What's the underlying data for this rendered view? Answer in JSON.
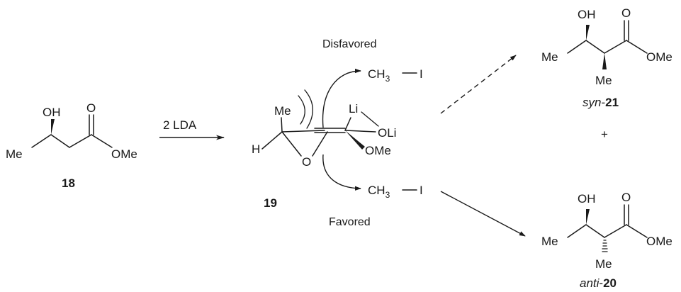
{
  "compound_18": {
    "oh": "OH",
    "o": "O",
    "me": "Me",
    "ome": "OMe",
    "number": "18"
  },
  "reagent": "2 LDA",
  "intermediate_19": {
    "me": "Me",
    "h": "H",
    "o": "O",
    "li": "Li",
    "oli": "OLi",
    "ome": "OMe",
    "number": "19"
  },
  "electrophile": {
    "ch3": "CH",
    "subscript": "3",
    "iodine": "I"
  },
  "pathways": {
    "disfavored": "Disfavored",
    "favored": "Favored"
  },
  "product_syn": {
    "oh": "OH",
    "o": "O",
    "me_left": "Me",
    "me_bottom": "Me",
    "ome": "OMe",
    "label_prefix": "syn",
    "label_dash": "-",
    "number": "21"
  },
  "plus": "+",
  "product_anti": {
    "oh": "OH",
    "o": "O",
    "me_left": "Me",
    "me_bottom": "Me",
    "ome": "OMe",
    "label_prefix": "anti",
    "label_dash": "-",
    "number": "20"
  }
}
